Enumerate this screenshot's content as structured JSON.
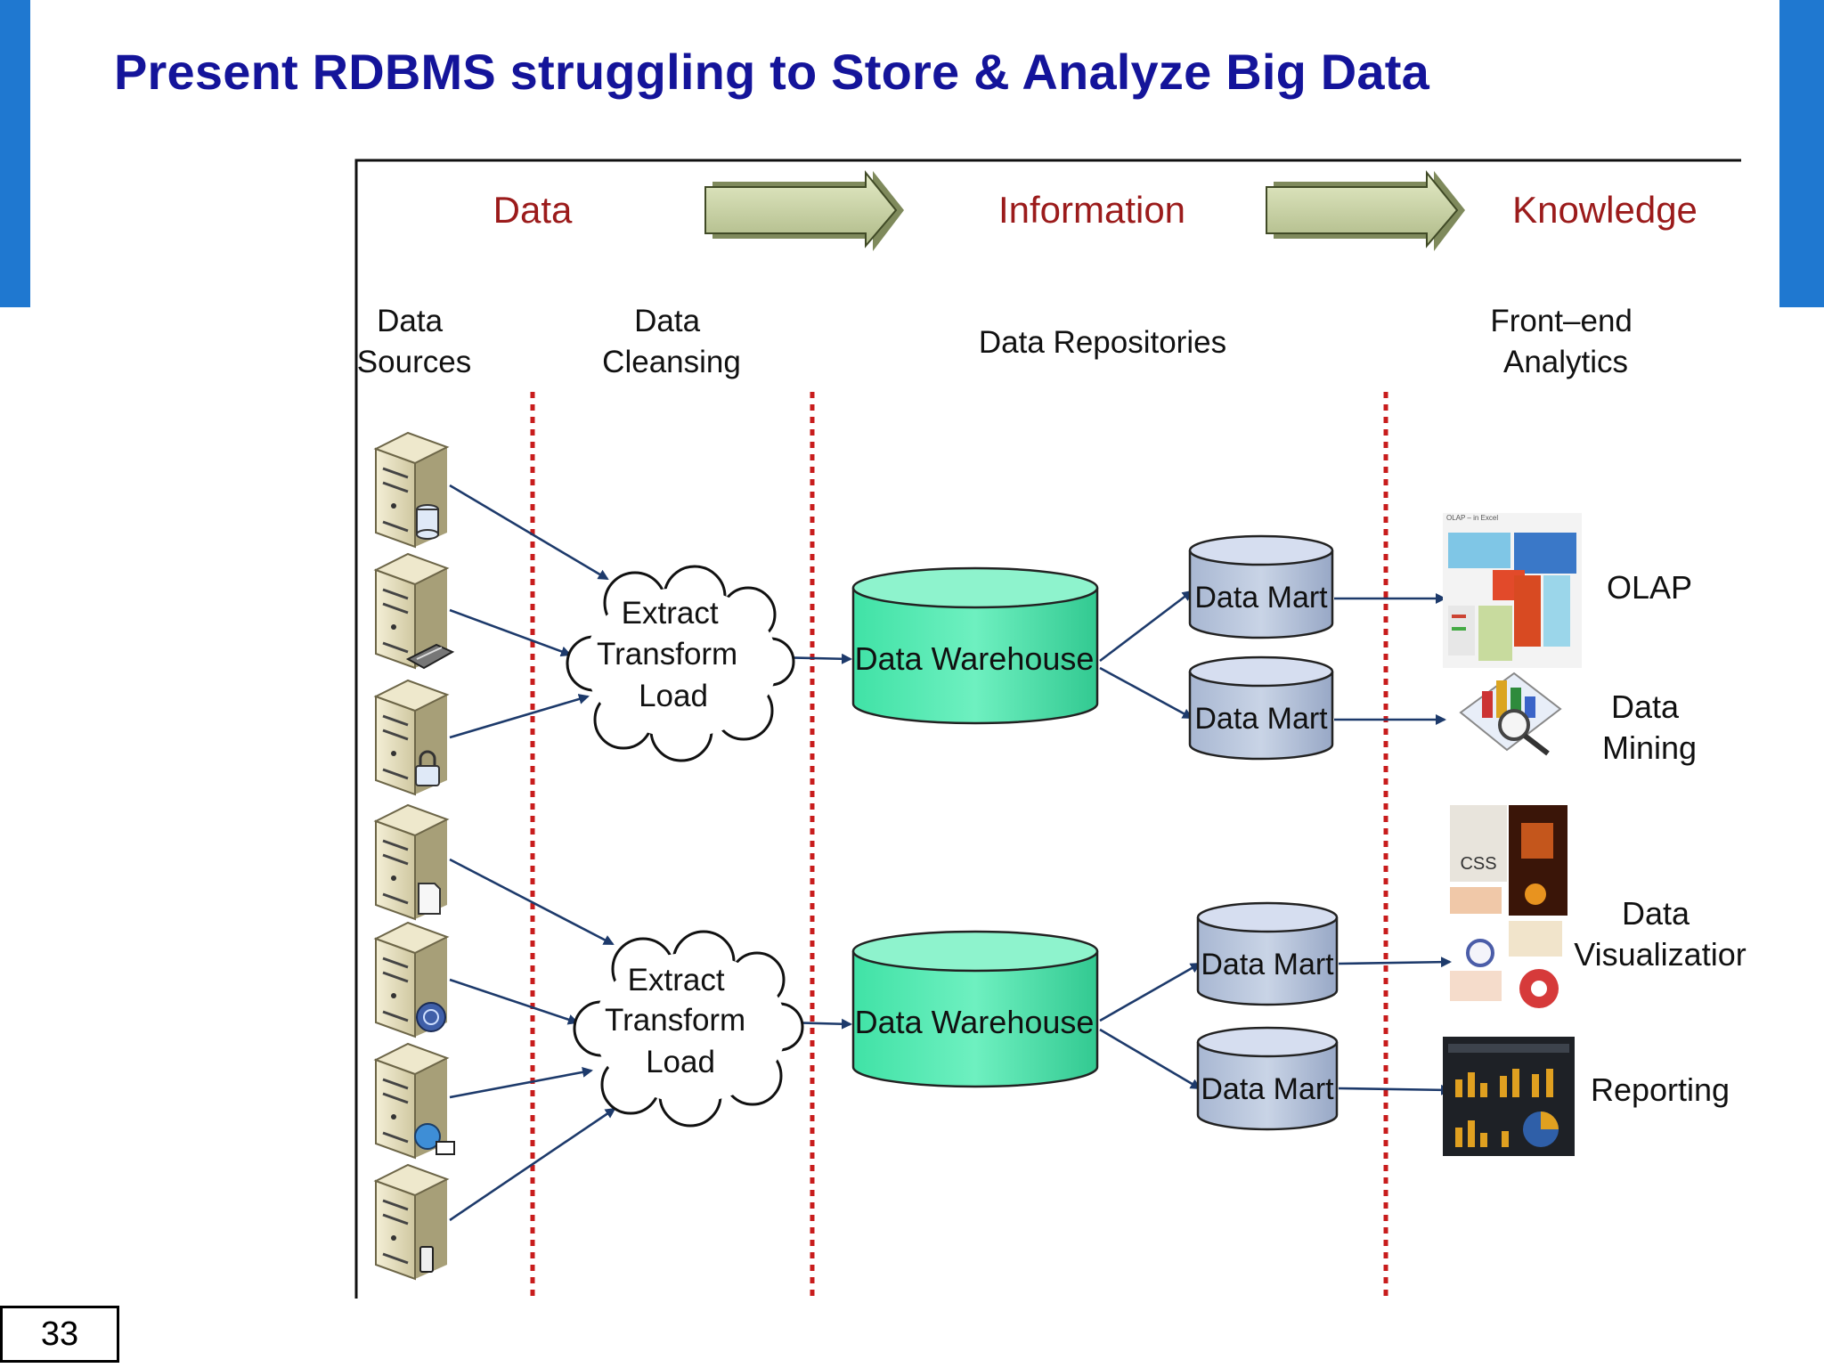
{
  "slide": {
    "title": "Present RDBMS struggling to Store & Analyze Big Data",
    "page_number": "33"
  },
  "diagram": {
    "stages": [
      "Data",
      "Information",
      "Knowledge"
    ],
    "columns": {
      "sources": [
        "Data",
        "Sources"
      ],
      "cleansing": [
        "Data",
        "Cleansing"
      ],
      "repositories": "Data Repositories",
      "analytics": [
        "Front–end",
        "Analytics"
      ]
    },
    "etl": [
      "Extract",
      "Transform",
      "Load"
    ],
    "warehouse": "Data Warehouse",
    "data_mart": "Data Mart",
    "outputs": {
      "olap": "OLAP",
      "mining": [
        "Data",
        "Mining"
      ],
      "visualization": [
        "Data",
        "Visualizatior"
      ],
      "reporting": "Reporting"
    },
    "thumbnails": {
      "olap_caption": "OLAP – in Excel",
      "css_label": "CSS"
    },
    "colors": {
      "title_blue": "#14149a",
      "side_bar_blue": "#1f78d0",
      "stage_red": "#9b1b1b",
      "divider_red": "#c81c1c",
      "arrow_olive": "#c9d3a6",
      "warehouse_green": "#3ee3a9",
      "mart_blue": "#b9c6dc",
      "connector_navy": "#1d3a6b"
    }
  }
}
